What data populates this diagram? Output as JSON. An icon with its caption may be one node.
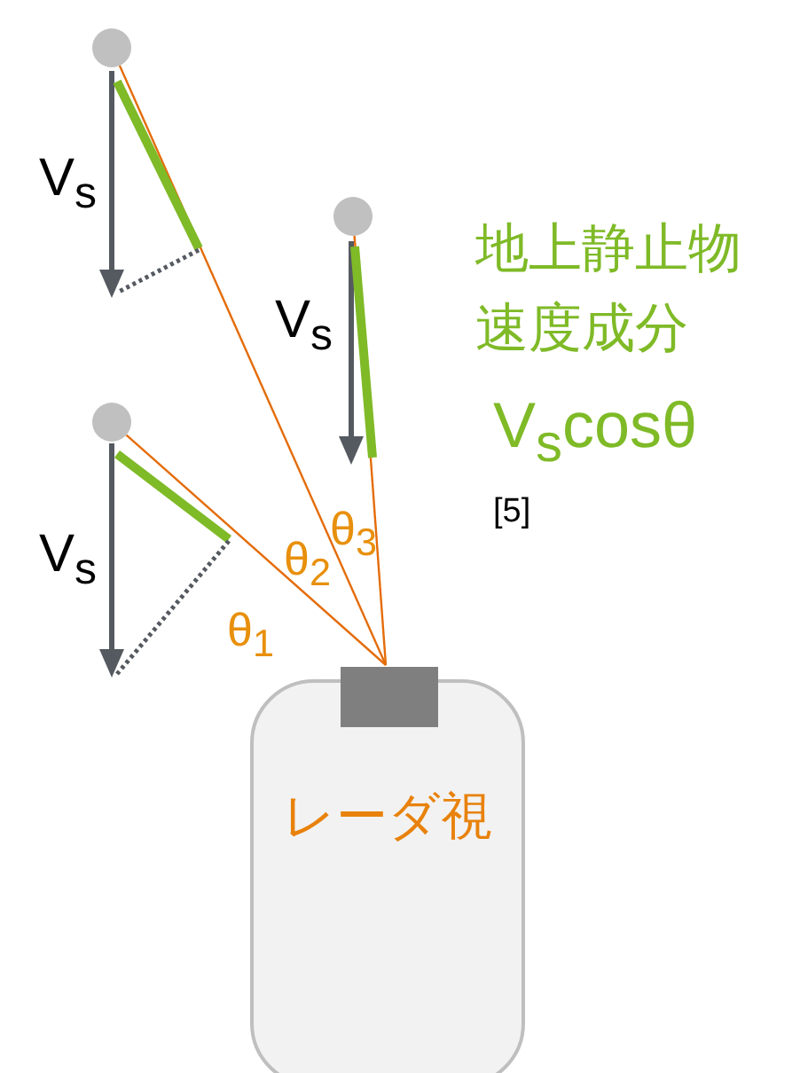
{
  "diagram": {
    "nodes": [
      {
        "text": [
          "レーダ視"
        ]
      },
      {
        "text": [],
        "shape": "box",
        "in": 0
      },
      {
        "text": [],
        "shape": "circle"
      },
      {
        "text": [],
        "shape": "circle"
      },
      {
        "text": [],
        "shape": "circle"
      }
    ],
    "edges": [
      {
        "from": 1,
        "to": 2,
        "arrow": "none",
        "color": "#e46c0a"
      },
      {
        "from": 1,
        "to": 3,
        "arrow": "none",
        "color": "#e46c0a"
      },
      {
        "from": 1,
        "to": 4,
        "arrow": "none",
        "color": "#e46c0a"
      }
    ],
    "labels": [
      "V$_{s}$",
      "地上静止物速度成分",
      "V$_{s}$",
      "V$_{s}$cosθ",
      "[5]",
      "V$_{s}$",
      "θ$_{3}$",
      "θ$_{2}$",
      "θ$_{1}$"
    ]
  }
}
